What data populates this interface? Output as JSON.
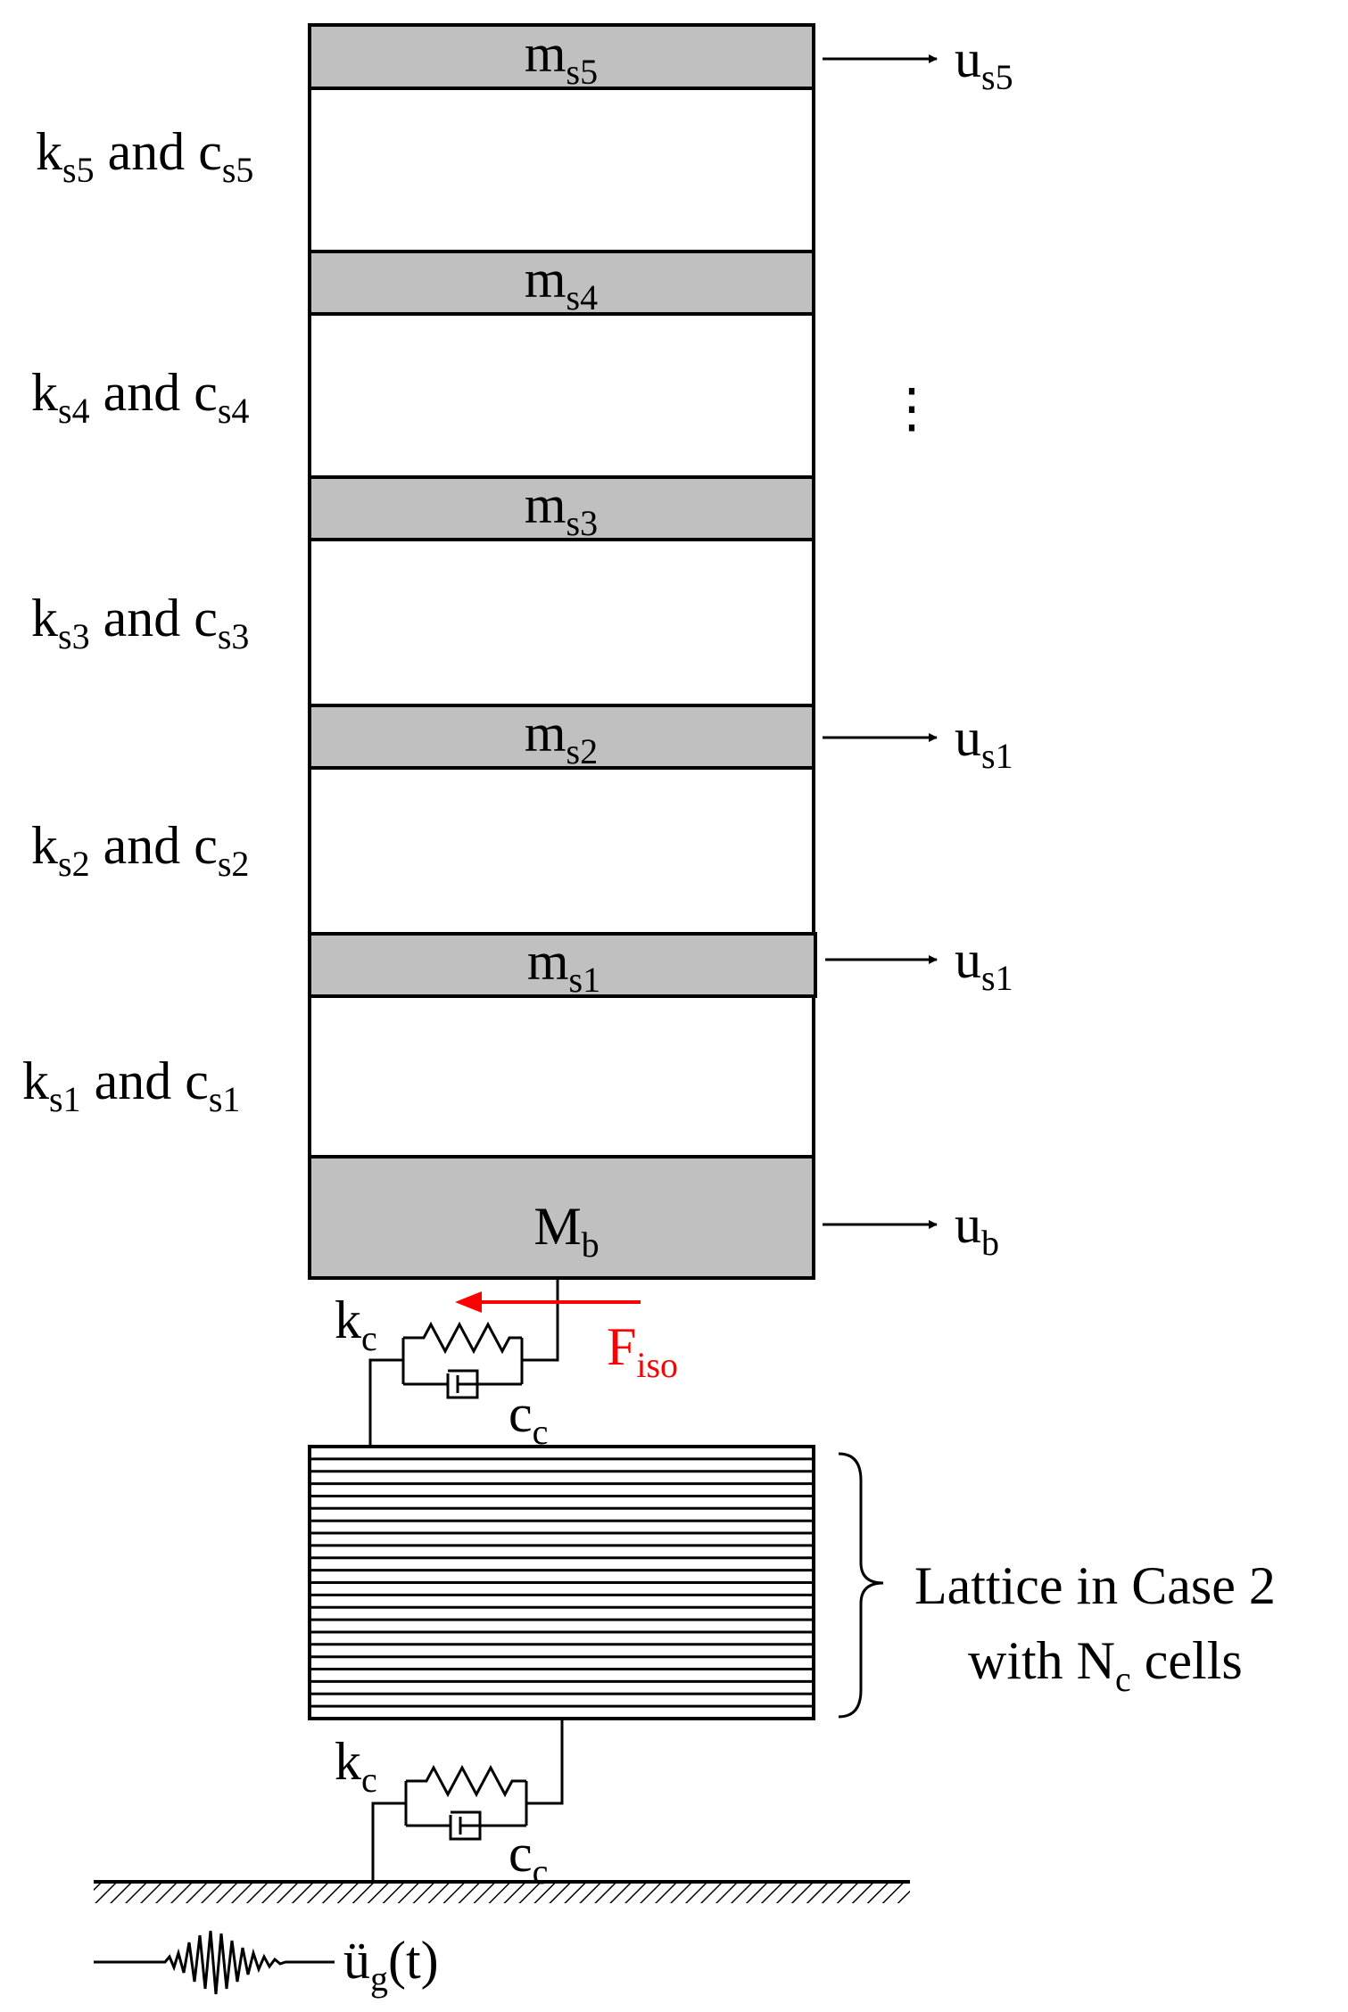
{
  "floor_masses": [
    {
      "base": "m",
      "sub": "s5"
    },
    {
      "base": "m",
      "sub": "s4"
    },
    {
      "base": "m",
      "sub": "s3"
    },
    {
      "base": "m",
      "sub": "s2"
    },
    {
      "base": "m",
      "sub": "s1"
    }
  ],
  "story_labels": [
    {
      "k": "k",
      "k_sub": "s5",
      "and": " and ",
      "c": "c",
      "c_sub": "s5"
    },
    {
      "k": "k",
      "k_sub": "s4",
      "and": " and ",
      "c": "c",
      "c_sub": "s4"
    },
    {
      "k": "k",
      "k_sub": "s3",
      "and": " and ",
      "c": "c",
      "c_sub": "s3"
    },
    {
      "k": "k",
      "k_sub": "s2",
      "and": " and ",
      "c": "c",
      "c_sub": "s2"
    },
    {
      "k": "k",
      "k_sub": "s1",
      "and": " and ",
      "c": "c",
      "c_sub": "s1"
    }
  ],
  "displacements": [
    {
      "base": "u",
      "sub": "s5"
    },
    {
      "base": "u",
      "sub": "s1"
    },
    {
      "base": "u",
      "sub": "s1"
    },
    {
      "base": "u",
      "sub": "b"
    }
  ],
  "base_mass": {
    "base": "M",
    "sub": "b"
  },
  "ellipsis": "⋮",
  "top_connector": {
    "k": "k",
    "k_sub": "c",
    "c": "c",
    "c_sub": "c"
  },
  "bottom_connector": {
    "k": "k",
    "k_sub": "c",
    "c": "c",
    "c_sub": "c"
  },
  "isolation_force": {
    "base": "F",
    "sub": "iso",
    "color": "#ff0000"
  },
  "lattice_label": {
    "line1": "Lattice in Case 2",
    "line2_a": "with N",
    "line2_sub": "c",
    "line2_b": " cells"
  },
  "ground_excitation": {
    "base": "ü",
    "sub": "g",
    "rest": "(t)"
  },
  "colors": {
    "mass_fill": "#c0c0c0",
    "force": "#ff0000"
  }
}
